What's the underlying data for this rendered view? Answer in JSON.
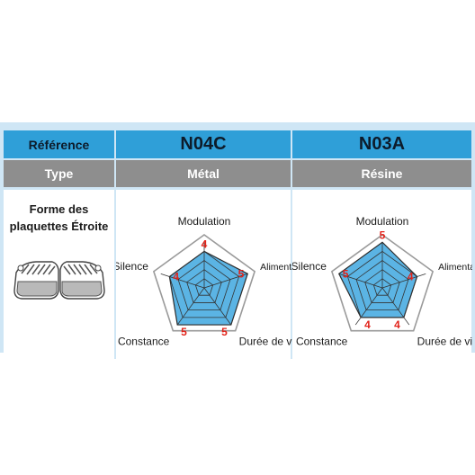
{
  "header": {
    "reference_label": "Référence",
    "type_label": "Type",
    "shape_line1": "Forme des",
    "shape_line2": "plaquettes Étroite"
  },
  "products": [
    {
      "name": "N04C",
      "type": "Métal"
    },
    {
      "name": "N03A",
      "type": "Résine"
    }
  ],
  "colors": {
    "header_blue": "#2f9fd8",
    "header_gray": "#8e8e8e",
    "fill": "#5bb4e4",
    "value_red": "#e2231a",
    "frame": "#cfe6f5"
  },
  "chart_data": [
    {
      "type": "radar",
      "axes": [
        "Modulation",
        "Alimentation",
        "Durée de vie",
        "Constance",
        "Silence"
      ],
      "max": 5,
      "series": [
        {
          "values": [
            4,
            5,
            5,
            5,
            4
          ]
        }
      ]
    },
    {
      "type": "radar",
      "axes": [
        "Modulation",
        "Alimentation",
        "Durée de vie",
        "Constance",
        "Silence"
      ],
      "max": 5,
      "series": [
        {
          "values": [
            5,
            4,
            4,
            4,
            5
          ]
        }
      ]
    }
  ]
}
